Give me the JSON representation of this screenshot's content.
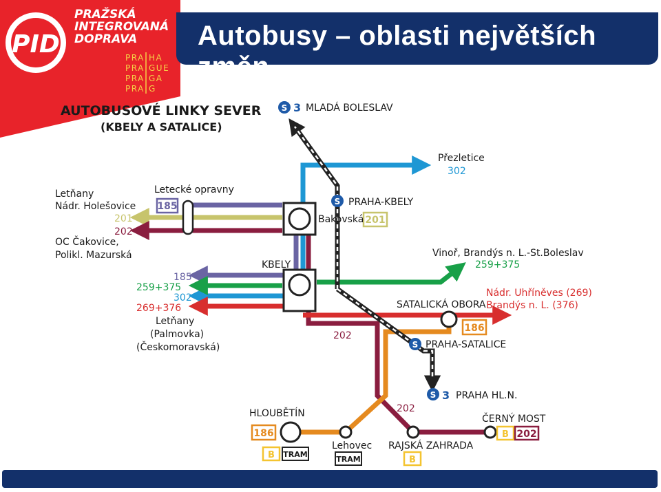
{
  "slide": {
    "title": "Autobusy – oblasti největších změn"
  },
  "logo": {
    "brand": "PID",
    "org_line1": "PRAŽSKÁ",
    "org_line2": "INTEGROVANÁ",
    "org_line3": "DOPRAVA",
    "praha_rows": [
      [
        "PRA",
        "HA"
      ],
      [
        "PRA",
        "GUE"
      ],
      [
        "PRA",
        "GA"
      ],
      [
        "PRA",
        "G"
      ]
    ]
  },
  "diagram": {
    "heading1": "AUTOBUSOVÉ LINKY SEVER",
    "heading2": "(KBELY A SATALICE)",
    "rail": {
      "s3_label": "3",
      "mlada_boleslav": "MLADÁ BOLESLAV",
      "praha_kbely": "PRAHA-KBELY",
      "praha_satalice": "PRAHA-SATALICE",
      "praha_hln": "PRAHA HL.N."
    },
    "labels": {
      "prezletice": "Přezletice",
      "l302_top": "302",
      "letnany": "Letňany",
      "holesovice": "Nádr. Holešovice",
      "l201_left": "201",
      "l202_left": "202",
      "cakovice": "OC Čakovice,",
      "mazurska": "Polikl. Mazurská",
      "letecke": "Letecké opravny",
      "l185_box": "185",
      "bakovska": "Bakovská",
      "l201_box": "201",
      "kbely": "KBELY",
      "vinor": "Vinoř, Brandýs n. L.-St.Boleslav",
      "l259_right": "259+375",
      "l185_left": "185",
      "l259_left": "259+375",
      "l302_left": "302",
      "l269_left": "269+376",
      "letnany2": "Letňany",
      "palmovka": "(Palmovka)",
      "ceskomoravska": "(Českomoravská)",
      "satalicka": "SATALICKÁ OBORA",
      "uhrineves": "Nádr. Uhříněves (269)",
      "brandys": "Brandýs n. L. (376)",
      "l186_box": "186",
      "l202_mid": "202",
      "l202_low": "202",
      "hloubetin": "HLOUBĚTÍN",
      "l186_box2": "186",
      "b1": "B",
      "tram1": "TRAM",
      "lehovec": "Lehovec",
      "tram2": "TRAM",
      "rajska": "RAJSKÁ ZAHRADA",
      "b2": "B",
      "cerny": "ČERNÝ MOST",
      "b3": "B",
      "l202_box": "202"
    },
    "colors": {
      "l185": "#6a64a3",
      "l201": "#c7c46c",
      "l202": "#8a1d3f",
      "l259": "#18a048",
      "l302": "#1e97d4",
      "l269": "#d82e2e",
      "l186": "#e58a1f",
      "navy": "#13306a",
      "red_logo": "#e8232a"
    }
  }
}
